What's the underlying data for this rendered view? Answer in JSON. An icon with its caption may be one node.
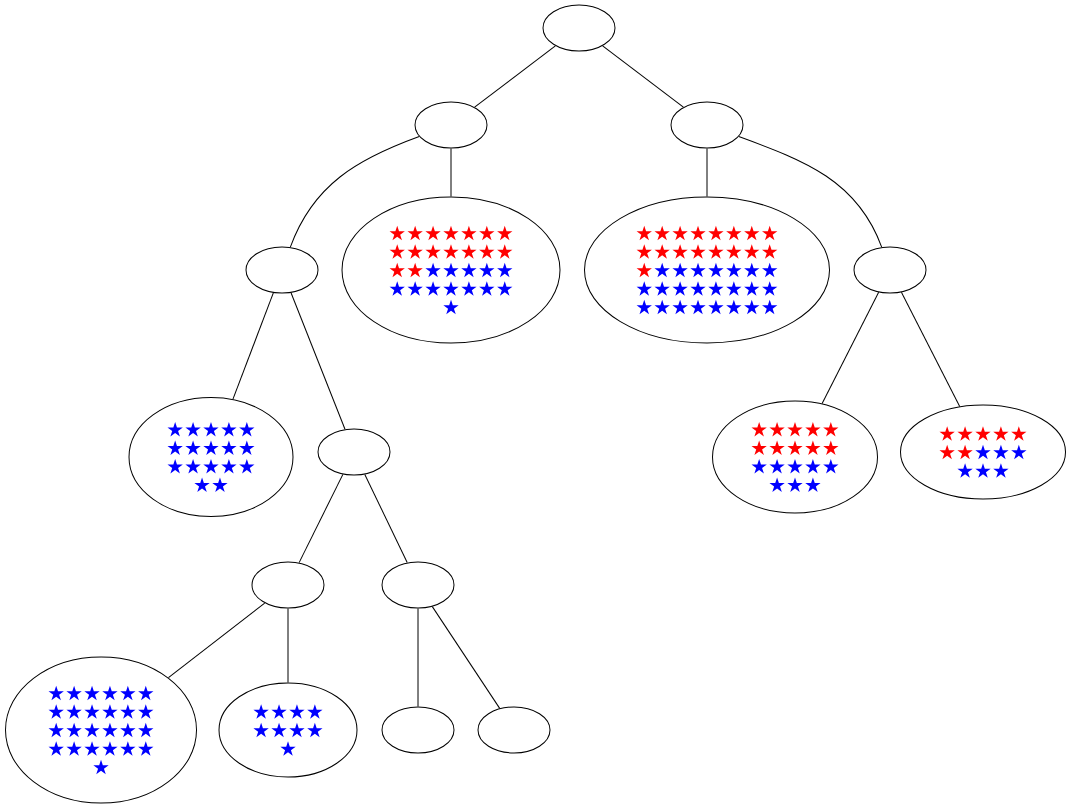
{
  "diagram": {
    "nodes": [
      {
        "text": [],
        "shape": "ellipse"
      },
      {
        "text": [],
        "shape": "ellipse"
      },
      {
        "text": [],
        "shape": "ellipse"
      },
      {
        "text": [],
        "shape": "ellipse"
      },
      {
        "text": [
          "★★★★★★★",
          "★★★★★★★",
          "★★",
          "★★★★★",
          "★★★★★★★",
          "★"
        ]
      },
      {
        "text": [
          "★★★★★★★★",
          "★★★★★★★★",
          "★",
          "★★★★★★★",
          "★★★★★★★★",
          "★★★★★★★★"
        ]
      },
      {
        "text": [],
        "shape": "ellipse"
      },
      {
        "text": [
          "★★★★★",
          "★★★★★",
          "★★★★★",
          "★★"
        ]
      },
      {
        "text": [],
        "shape": "ellipse"
      },
      {
        "text": [
          "★★★★★",
          "★★★★★",
          "★★★★★",
          "★★★"
        ]
      },
      {
        "text": [
          "★★★★★",
          "★★",
          "★★★",
          "★★★"
        ]
      },
      {
        "text": [],
        "shape": "ellipse"
      },
      {
        "text": [],
        "shape": "ellipse"
      },
      {
        "text": [
          "★★★★★★",
          "★★★★★★",
          "★★★★★★",
          "★★★★★★",
          "★"
        ]
      },
      {
        "text": [
          "★★★★",
          "★★★★",
          "★"
        ]
      },
      {
        "text": [],
        "shape": "ellipse"
      },
      {
        "text": [],
        "shape": "ellipse"
      }
    ],
    "edges": [
      {
        "from": 0,
        "to": 1,
        "arrow": "none"
      },
      {
        "from": 0,
        "to": 2,
        "arrow": "none"
      },
      {
        "from": 1,
        "to": 3,
        "arrow": "none"
      },
      {
        "from": 1,
        "to": 4,
        "arrow": "none"
      },
      {
        "from": 2,
        "to": 5,
        "arrow": "none"
      },
      {
        "from": 2,
        "to": 6,
        "arrow": "none"
      },
      {
        "from": 3,
        "to": 7,
        "arrow": "none"
      },
      {
        "from": 3,
        "to": 8,
        "arrow": "none"
      },
      {
        "from": 6,
        "to": 9,
        "arrow": "none"
      },
      {
        "from": 6,
        "to": 10,
        "arrow": "none"
      },
      {
        "from": 8,
        "to": 11,
        "arrow": "none"
      },
      {
        "from": 8,
        "to": 12,
        "arrow": "none"
      },
      {
        "from": 11,
        "to": 13,
        "arrow": "none"
      },
      {
        "from": 11,
        "to": 14,
        "arrow": "none"
      },
      {
        "from": 12,
        "to": 15,
        "arrow": "none"
      },
      {
        "from": 12,
        "to": 16,
        "arrow": "none"
      }
    ]
  }
}
